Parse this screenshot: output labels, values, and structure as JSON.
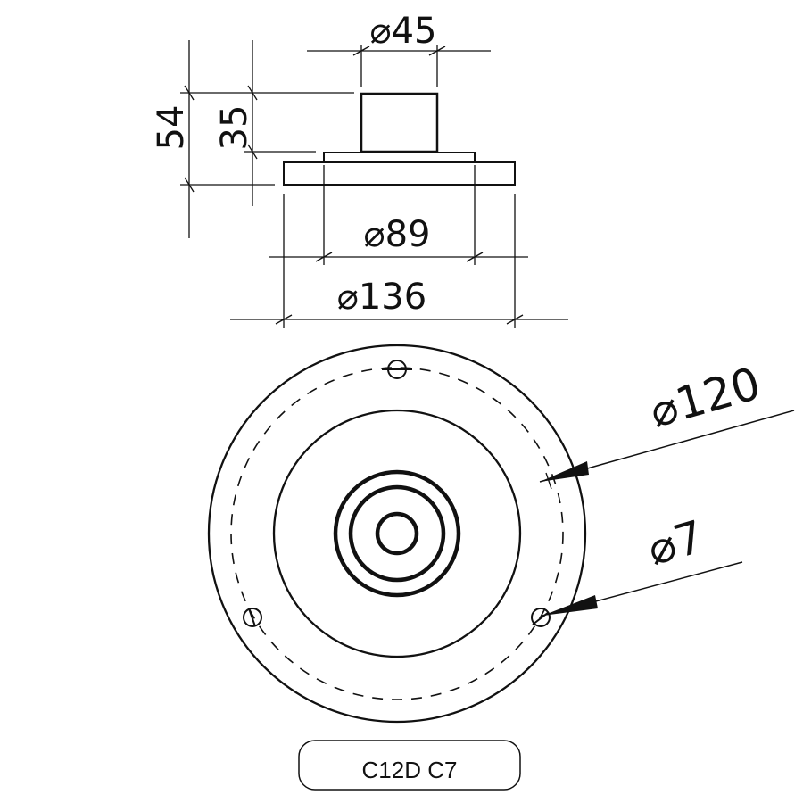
{
  "side_view": {
    "dims": {
      "d45": "45",
      "h54": "54",
      "h35": "35",
      "d89": "89",
      "d136": "136"
    }
  },
  "top_view": {
    "dims": {
      "d120": "120",
      "d7": "7"
    }
  },
  "model_label": "C12D C7",
  "colors": {
    "line": "#111111",
    "background": "#ffffff"
  }
}
